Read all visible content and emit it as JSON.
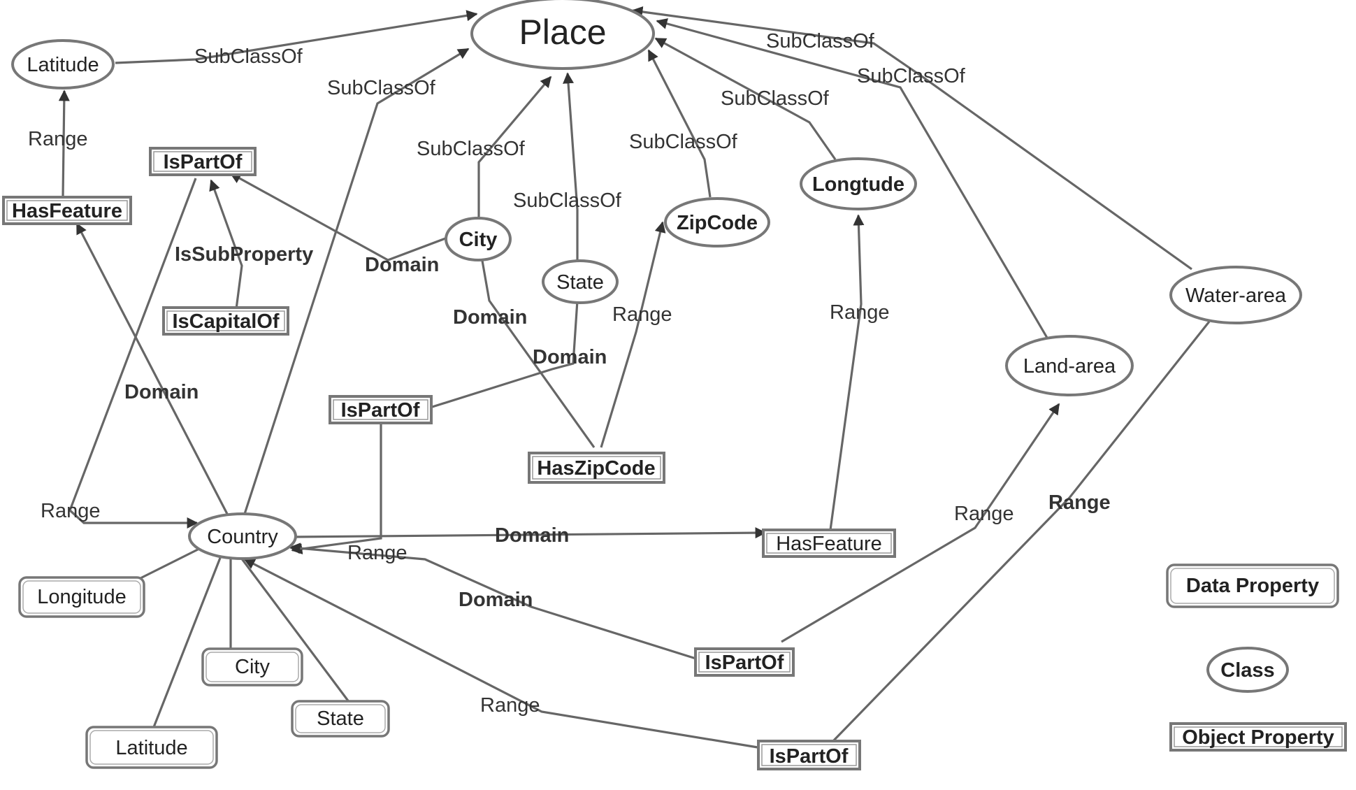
{
  "nodes": {
    "place": {
      "label": "Place",
      "kind": "class"
    },
    "latitude_top": {
      "label": "Latitude",
      "kind": "class"
    },
    "city_class": {
      "label": "City",
      "kind": "class"
    },
    "state_class": {
      "label": "State",
      "kind": "class"
    },
    "zipcode": {
      "label": "ZipCode",
      "kind": "class"
    },
    "longtude": {
      "label": "Longtude",
      "kind": "class"
    },
    "water_area": {
      "label": "Water-area",
      "kind": "class"
    },
    "land_area": {
      "label": "Land-area",
      "kind": "class"
    },
    "country": {
      "label": "Country",
      "kind": "class"
    },
    "ispartof_1": {
      "label": "IsPartOf",
      "kind": "object-property"
    },
    "hasfeature_1": {
      "label": "HasFeature",
      "kind": "object-property"
    },
    "iscapitalof": {
      "label": "IsCapitalOf",
      "kind": "object-property"
    },
    "ispartof_2": {
      "label": "IsPartOf",
      "kind": "object-property"
    },
    "haszipcode": {
      "label": "HasZipCode",
      "kind": "object-property"
    },
    "hasfeature_2": {
      "label": "HasFeature",
      "kind": "object-property"
    },
    "ispartof_3": {
      "label": "IsPartOf",
      "kind": "object-property"
    },
    "ispartof_4": {
      "label": "IsPartOf",
      "kind": "object-property"
    },
    "longitude_dp": {
      "label": "Longitude",
      "kind": "data-property"
    },
    "city_dp": {
      "label": "City",
      "kind": "data-property"
    },
    "state_dp": {
      "label": "State",
      "kind": "data-property"
    },
    "latitude_dp": {
      "label": "Latitude",
      "kind": "data-property"
    }
  },
  "edge_labels": {
    "subclassof": "SubClassOf",
    "range": "Range",
    "domain": "Domain",
    "issubproperty": "IsSubProperty"
  },
  "legend": {
    "data_property": "Data Property",
    "class": "Class",
    "object_property": "Object Property"
  }
}
